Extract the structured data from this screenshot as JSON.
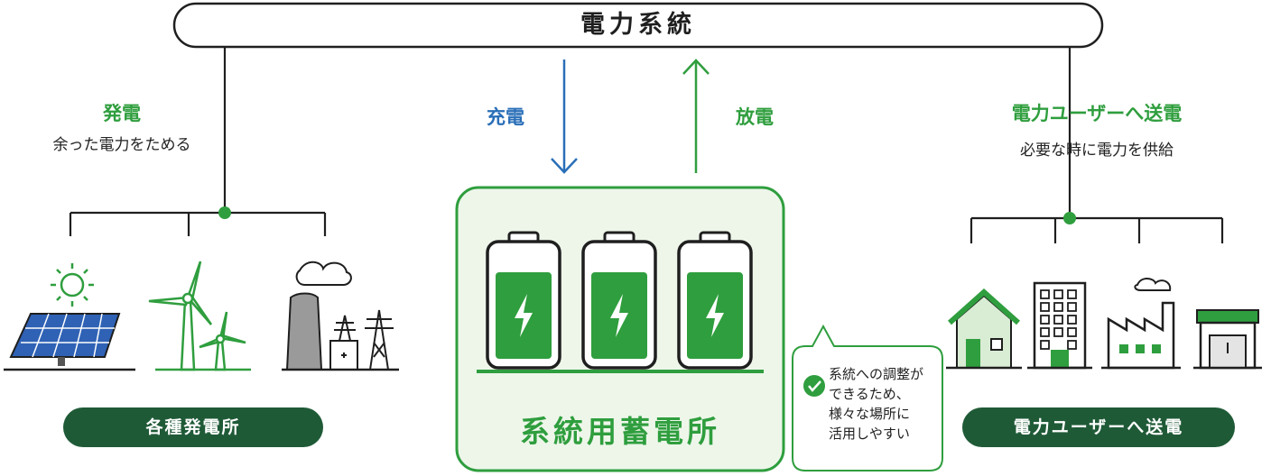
{
  "grid": {
    "title": "電力系統"
  },
  "flows": {
    "charge": {
      "label": "充電",
      "color": "#2a6fb8"
    },
    "discharge": {
      "label": "放電",
      "color": "#2f9e3e"
    }
  },
  "generation": {
    "title": "発電",
    "subtitle": "余った電力をためる",
    "pill": "各種発電所",
    "icons": [
      "solar-panel-icon",
      "wind-turbine-icon",
      "thermal-power-plant-icon"
    ]
  },
  "storage": {
    "name": "系統用蓄電所",
    "battery_count": 3,
    "note_lines": [
      "系統への調整が",
      "できるため、",
      "様々な場所に",
      "活用しやすい"
    ]
  },
  "users": {
    "title": "電力ユーザーへ送電",
    "subtitle": "必要な時に電力を供給",
    "pill": "電力ユーザーへ送電",
    "icons": [
      "house-icon",
      "office-building-icon",
      "factory-icon",
      "warehouse-icon"
    ]
  },
  "colors": {
    "accent_green": "#2f9e3e",
    "dark_green": "#1f5a37",
    "light_green": "#eef6ea",
    "blue": "#2a6fb8",
    "panel_blue": "#2f62b5"
  }
}
